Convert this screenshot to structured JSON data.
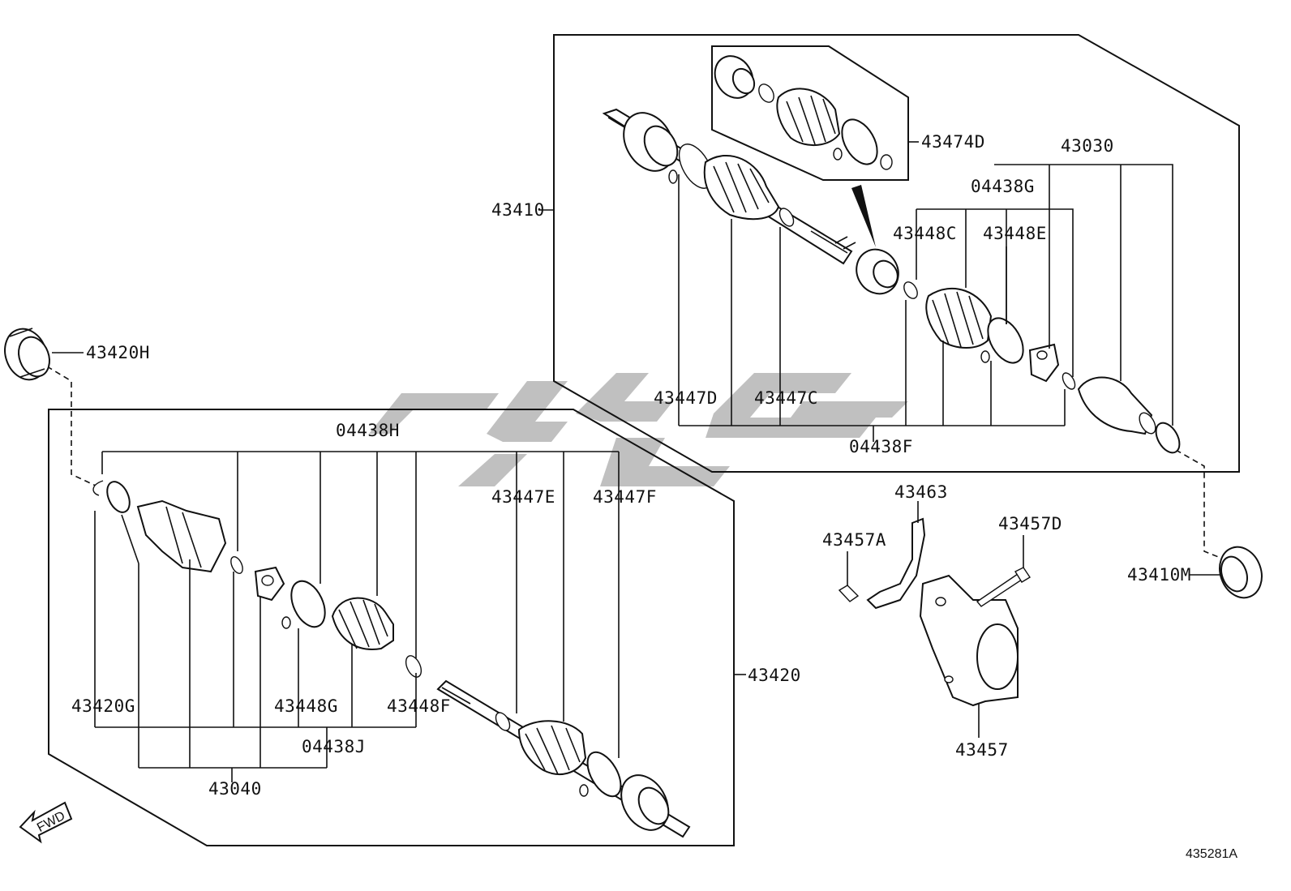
{
  "diagram": {
    "reference_code": "435281A",
    "fwd_label": "FWD",
    "callouts": {
      "c43420H": "43420H",
      "c43410": "43410",
      "c43474D": "43474D",
      "c43030": "43030",
      "c04438G": "04438G",
      "c43448C": "43448C",
      "c43448E": "43448E",
      "c43447D": "43447D",
      "c43447C": "43447C",
      "c04438F": "04438F",
      "c04438H": "04438H",
      "c43447E": "43447E",
      "c43447F": "43447F",
      "c43463": "43463",
      "c43457A": "43457A",
      "c43457D": "43457D",
      "c43410M": "43410M",
      "c43420": "43420",
      "c43420G": "43420G",
      "c43448G": "43448G",
      "c43448F": "43448F",
      "c04438J": "04438J",
      "c43040": "43040",
      "c43457": "43457"
    }
  }
}
